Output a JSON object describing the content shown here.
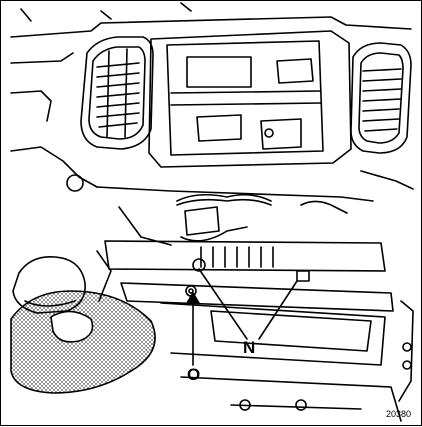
{
  "labels": {
    "n": "N",
    "o": "O"
  },
  "reference": "20380",
  "colors": {
    "line": "#000000",
    "paper": "#ffffff"
  }
}
